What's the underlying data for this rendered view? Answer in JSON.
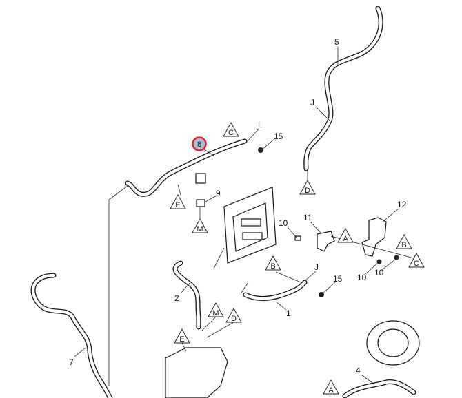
{
  "diagram": {
    "callouts": {
      "n5": "5",
      "jTop": "J",
      "l": "L",
      "n15a": "15",
      "n8": "8",
      "n9": "9",
      "n11": "11",
      "n10a": "10",
      "n12": "12",
      "n10b": "10",
      "n10c": "10",
      "jMid": "J",
      "n15b": "15",
      "n2": "2",
      "n1": "1",
      "n7": "7",
      "n4": "4"
    },
    "connection_markers": {
      "c1": "C",
      "e1": "E",
      "m1": "M",
      "d1": "D",
      "a1": "A",
      "b1": "B",
      "c2": "C",
      "b2": "B",
      "m2": "M",
      "d2": "D",
      "e2": "E",
      "a2": "A"
    },
    "highlight_color": "#e0202a",
    "highlight_fill": "#a9bfd6"
  }
}
